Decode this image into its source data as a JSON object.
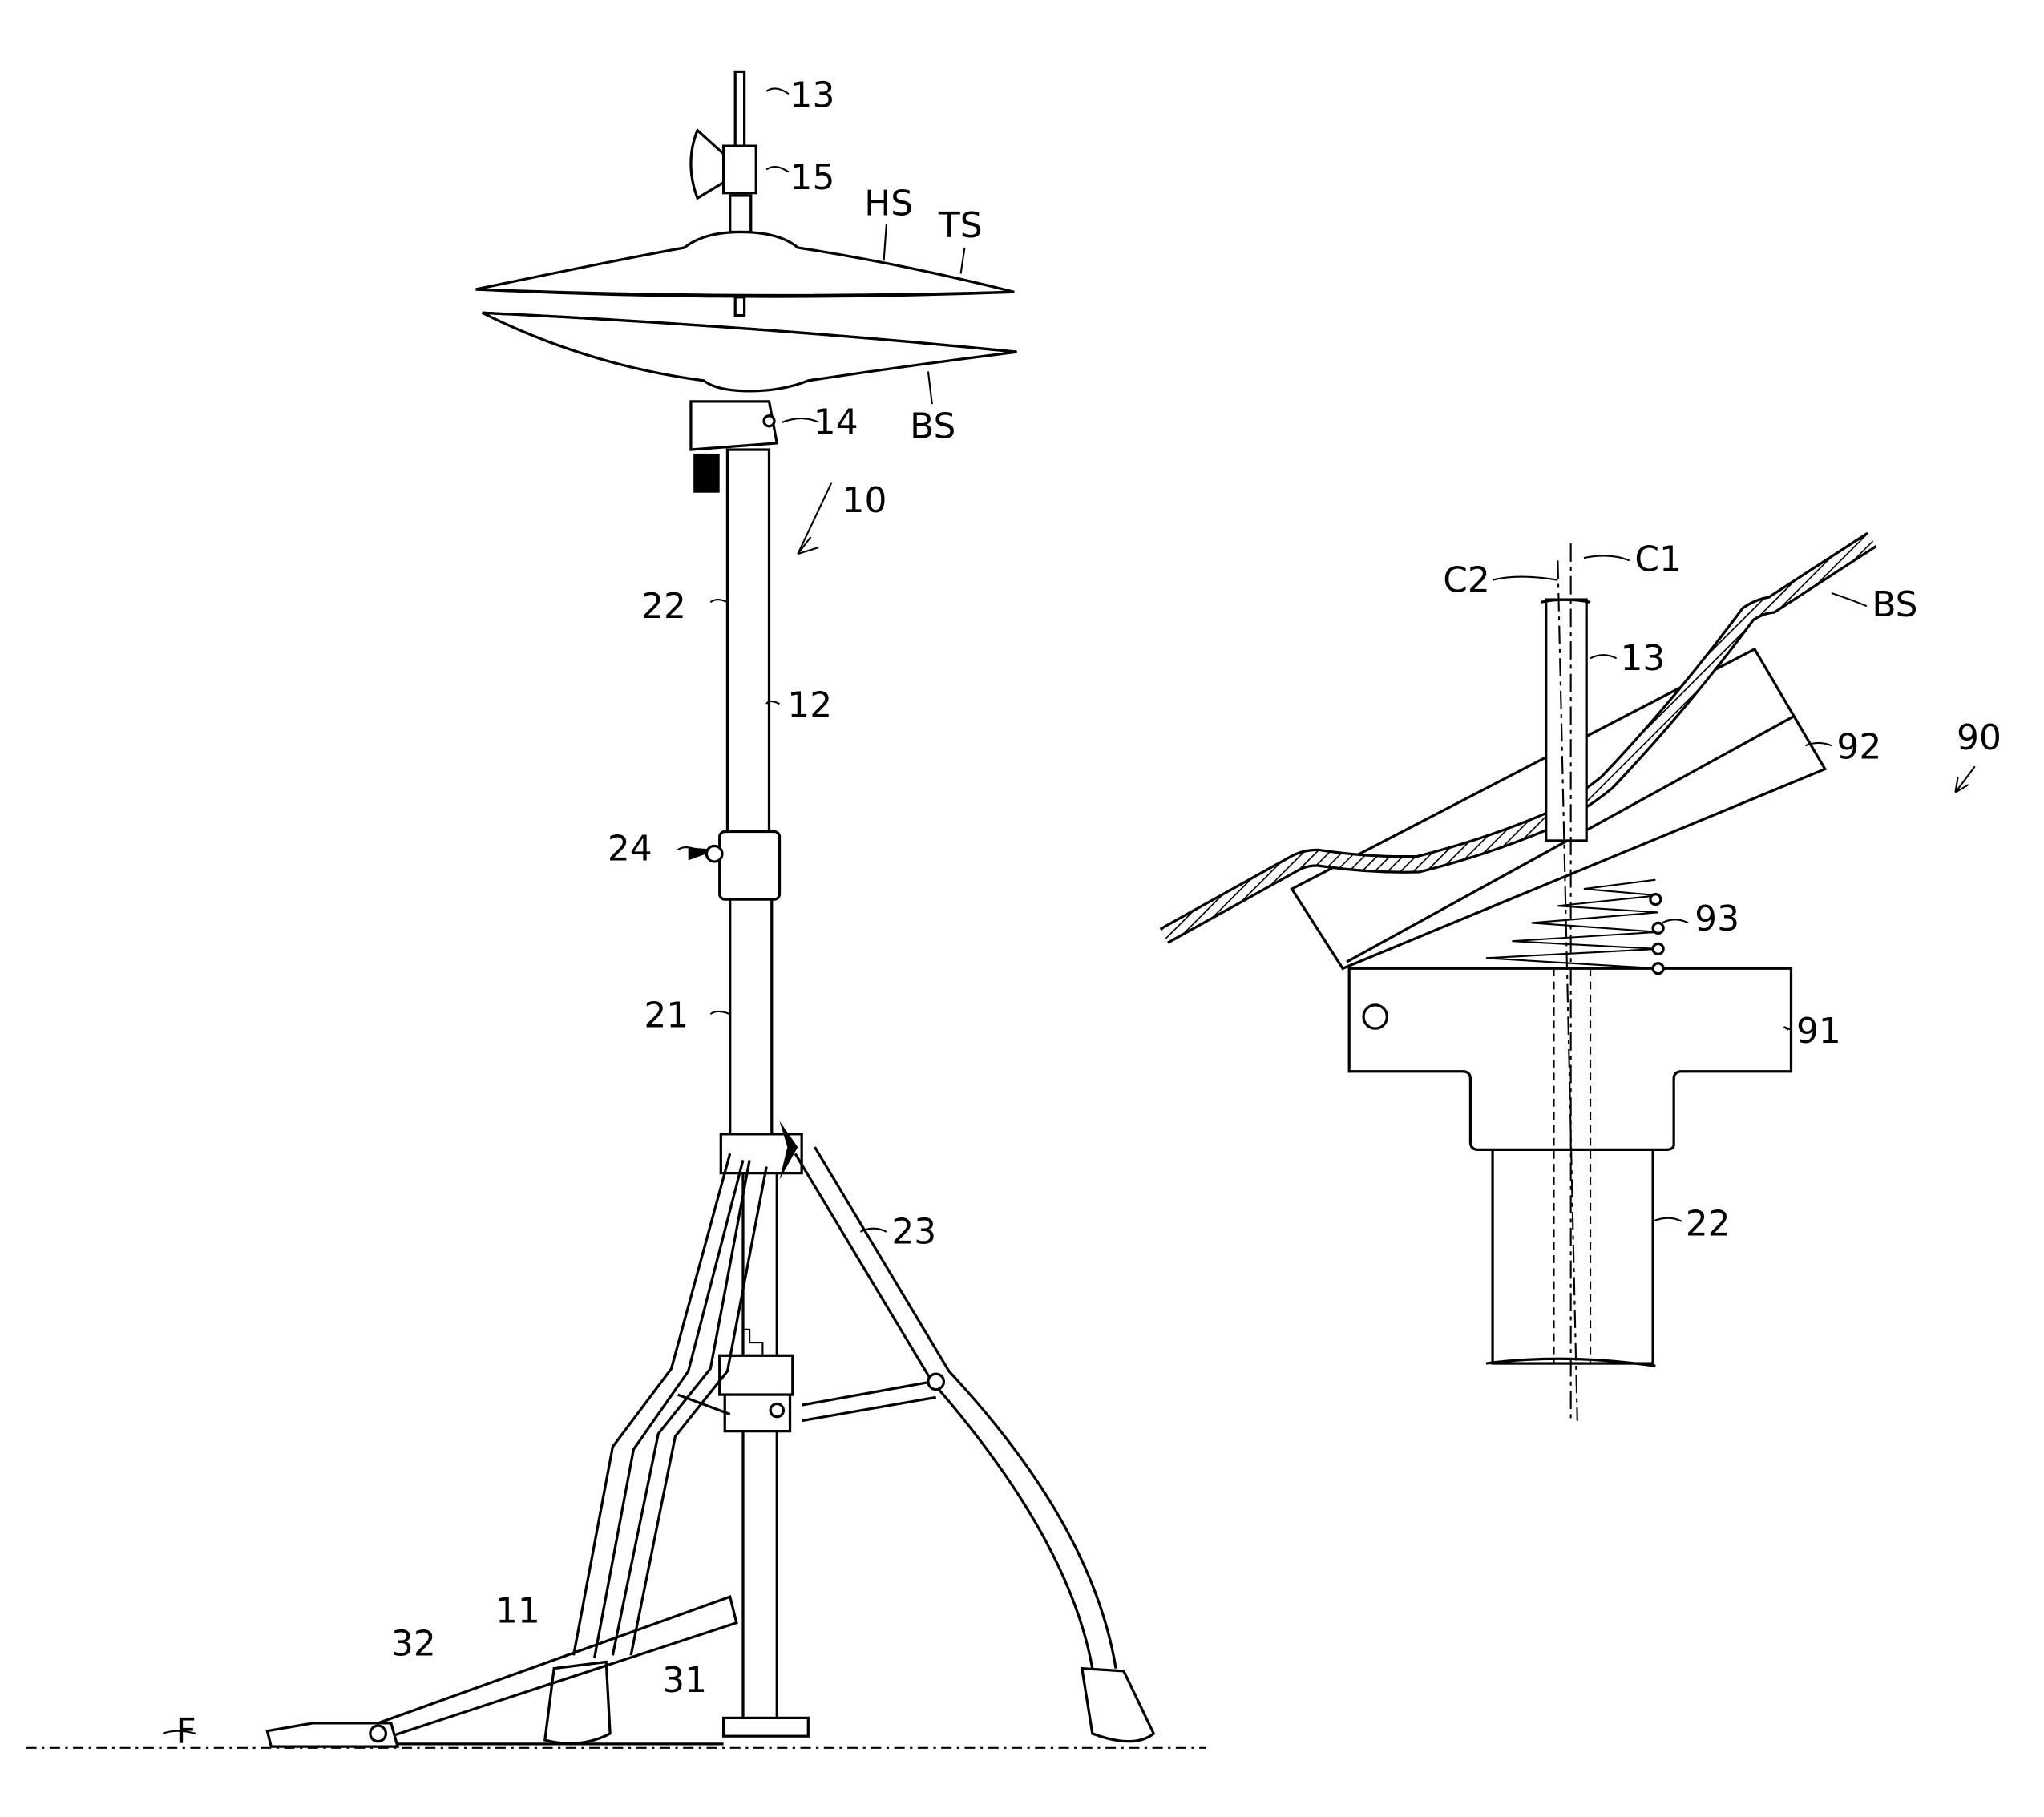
{
  "figure_left": {
    "labels": {
      "rod": "13",
      "clamp": "15",
      "hihat": "HS",
      "top_cymbal": "TS",
      "clutch": "14",
      "bottom_cymbal": "BS",
      "stand": "10",
      "upper_pipe": "22",
      "pipe": "12",
      "height_clamp": "24",
      "lower_pipe": "21",
      "legs": "23",
      "frame": "11",
      "pedal": "32",
      "chain": "31",
      "floor": "F"
    }
  },
  "figure_right": {
    "labels": {
      "axis_c1": "C1",
      "axis_c2": "C2",
      "rod": "13",
      "bottom_cymbal": "BS",
      "tilt_plate": "92",
      "tilt_mechanism": "90",
      "spring": "93",
      "base": "91",
      "upper_pipe": "22"
    }
  }
}
